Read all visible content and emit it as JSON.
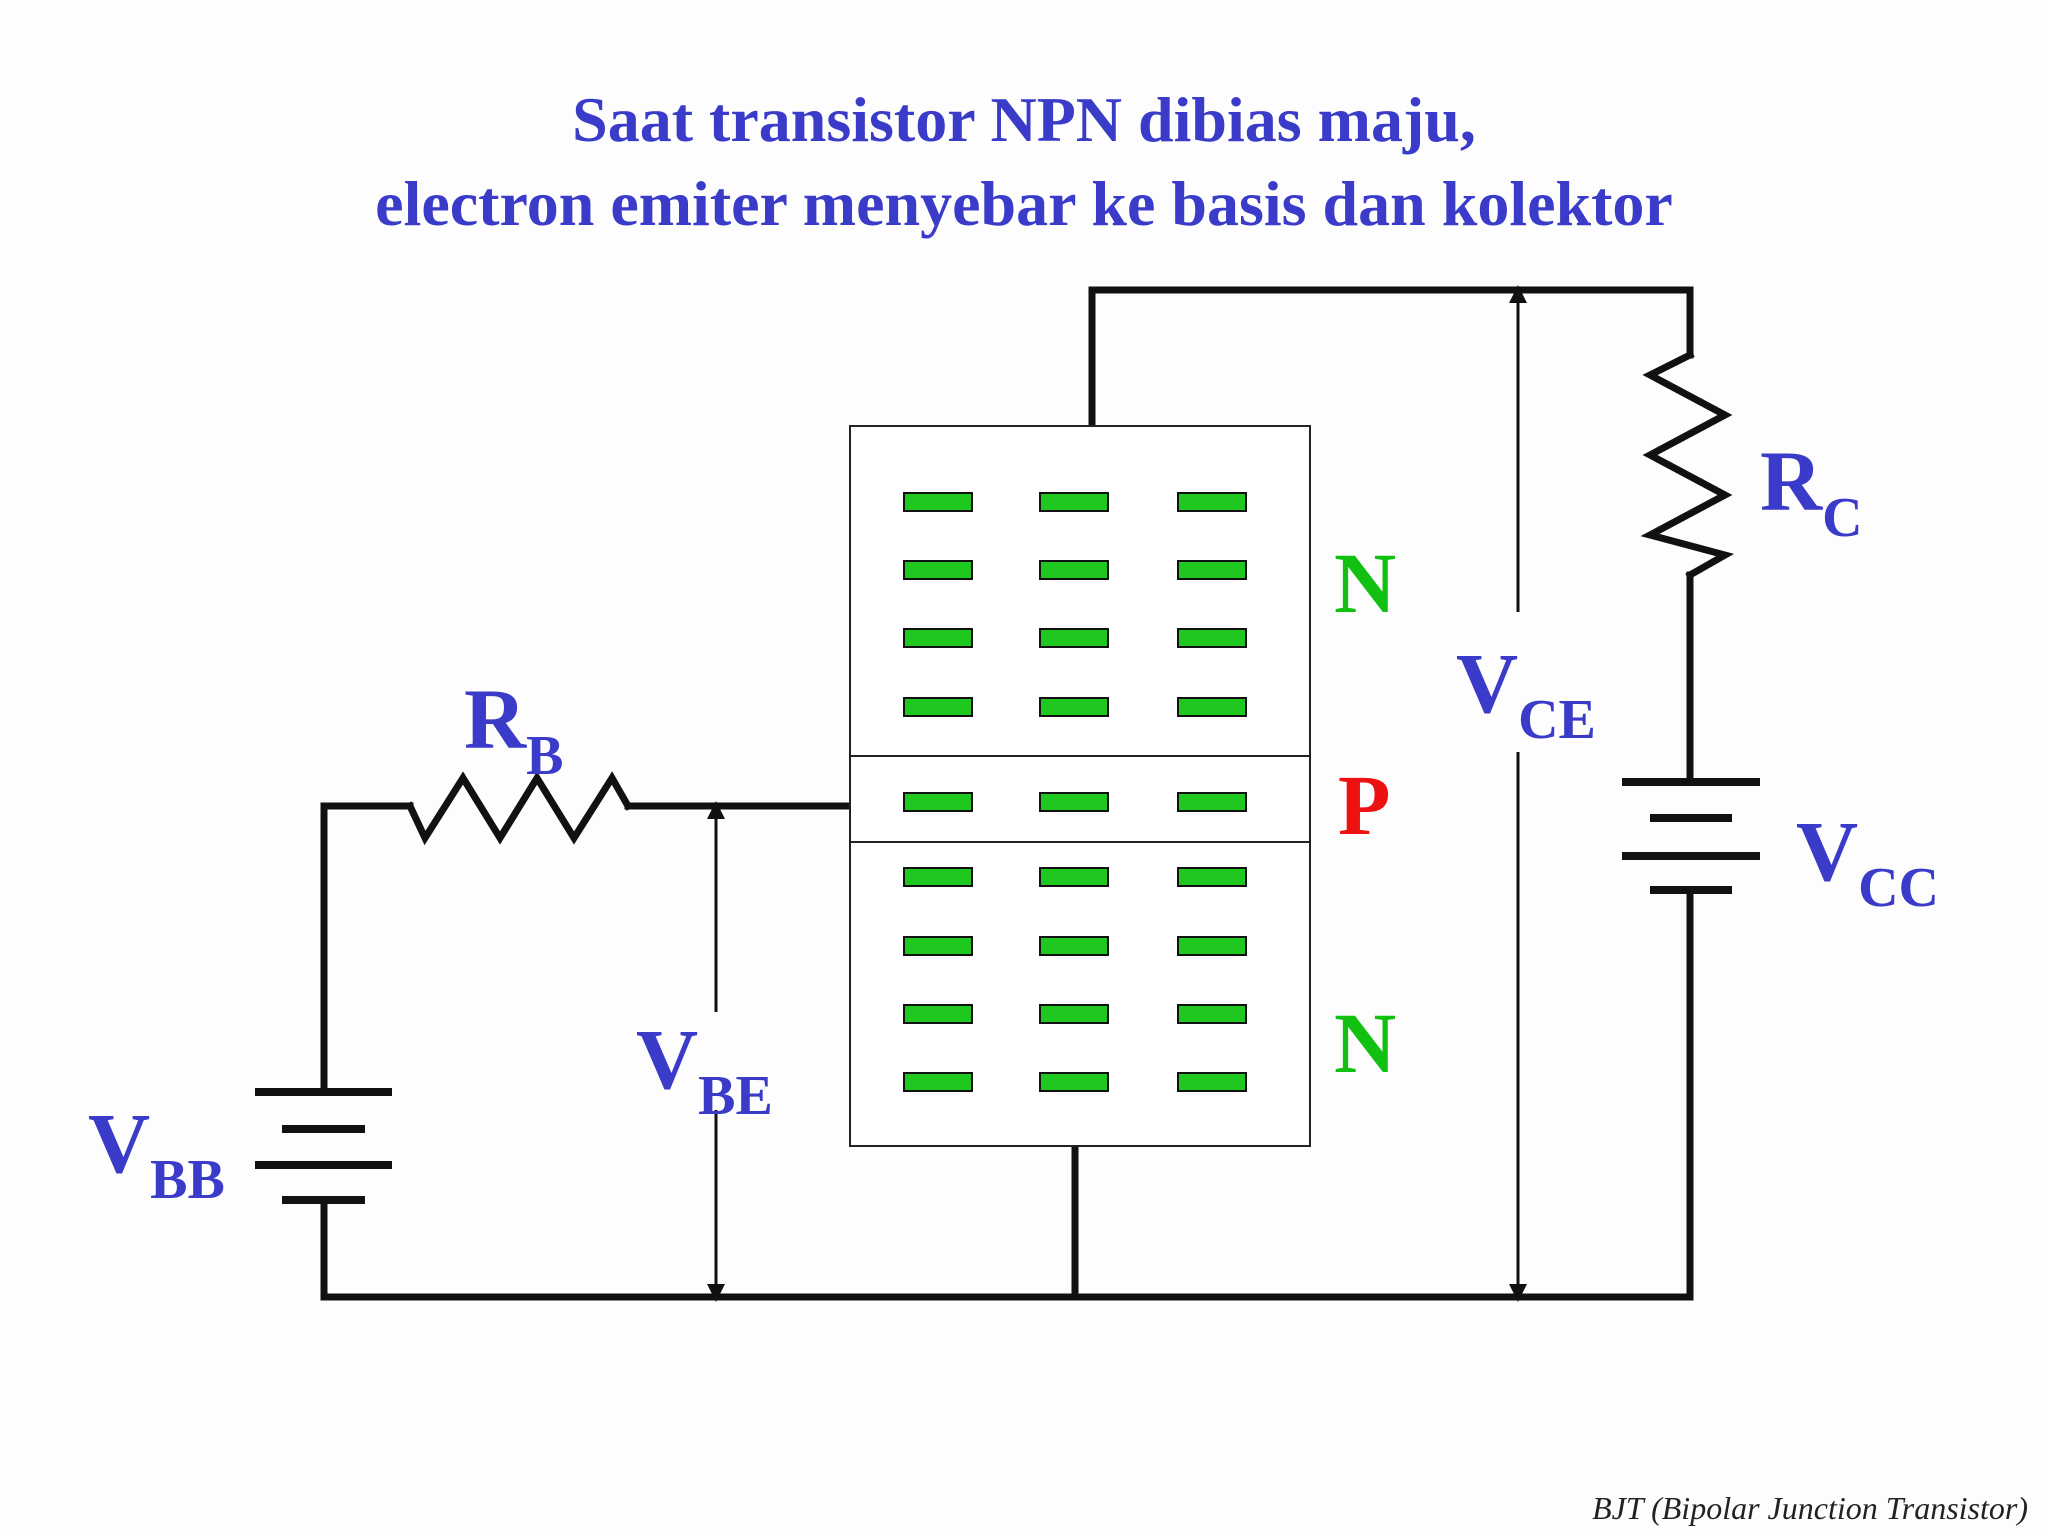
{
  "title": {
    "line1": "Saat transistor NPN dibias maju,",
    "line2": "electron emiter menyebar ke basis dan kolektor"
  },
  "labels": {
    "rb": {
      "main": "R",
      "sub": "B"
    },
    "rc": {
      "main": "R",
      "sub": "C"
    },
    "vbb": {
      "main": "V",
      "sub": "BB"
    },
    "vbe": {
      "main": "V",
      "sub": "BE"
    },
    "vce": {
      "main": "V",
      "sub": "CE"
    },
    "vcc": {
      "main": "V",
      "sub": "CC"
    }
  },
  "regions": {
    "collector": "N",
    "base": "P",
    "emitter": "N"
  },
  "colors": {
    "title": "#3b3bc9",
    "n_region": "#11c011",
    "p_region": "#ee1111",
    "electron": "#1ec81e",
    "wire": "#111111"
  },
  "footer": "BJT (Bipolar Junction Transistor)"
}
